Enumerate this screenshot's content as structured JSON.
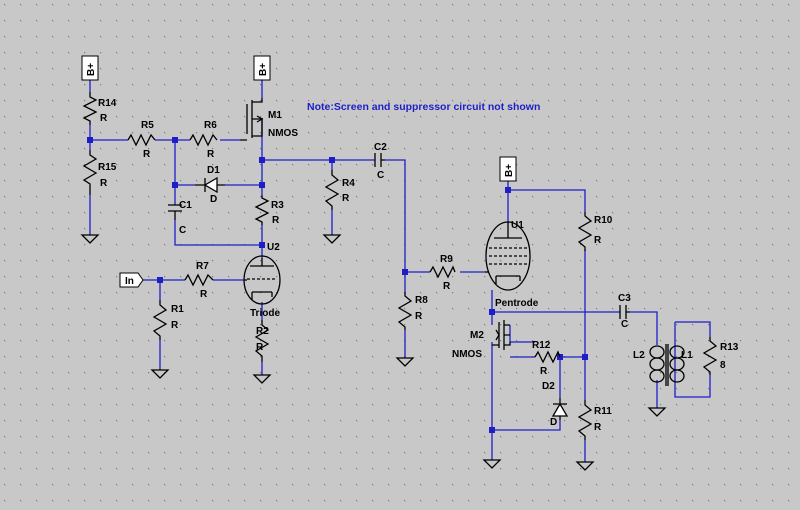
{
  "background_color": "#c8c8c8",
  "grid_dot_color": "#7a7a7a",
  "wire_color": "#1e1ec8",
  "note": "Note:Screen and suppressor circuit not shown",
  "supply_label": "B+",
  "input_label": "In",
  "components": {
    "R14": {
      "name": "R14",
      "value": "R"
    },
    "R15": {
      "name": "R15",
      "value": "R"
    },
    "R5": {
      "name": "R5",
      "value": "R"
    },
    "R6": {
      "name": "R6",
      "value": "R"
    },
    "M1": {
      "name": "M1",
      "value": "NMOS"
    },
    "D1": {
      "name": "D1",
      "value": "D"
    },
    "C1": {
      "name": "C1",
      "value": "C"
    },
    "R3": {
      "name": "R3",
      "value": "R"
    },
    "R4": {
      "name": "R4",
      "value": "R"
    },
    "C2": {
      "name": "C2",
      "value": "C"
    },
    "U2": {
      "name": "U2",
      "value": "Triode"
    },
    "R7": {
      "name": "R7",
      "value": "R"
    },
    "R1": {
      "name": "R1",
      "value": "R"
    },
    "R2": {
      "name": "R2",
      "value": "R"
    },
    "R8": {
      "name": "R8",
      "value": "R"
    },
    "R9": {
      "name": "R9",
      "value": "R"
    },
    "U1": {
      "name": "U1",
      "value": "Pentrode"
    },
    "R10": {
      "name": "R10",
      "value": "R"
    },
    "C3": {
      "name": "C3",
      "value": "C"
    },
    "M2": {
      "name": "M2",
      "value": "NMOS"
    },
    "R12": {
      "name": "R12",
      "value": "R"
    },
    "D2": {
      "name": "D2",
      "value": "D"
    },
    "R11": {
      "name": "R11",
      "value": "R"
    },
    "L2": {
      "name": "L2"
    },
    "L1": {
      "name": "L1"
    },
    "R13": {
      "name": "R13",
      "value": "8"
    }
  }
}
